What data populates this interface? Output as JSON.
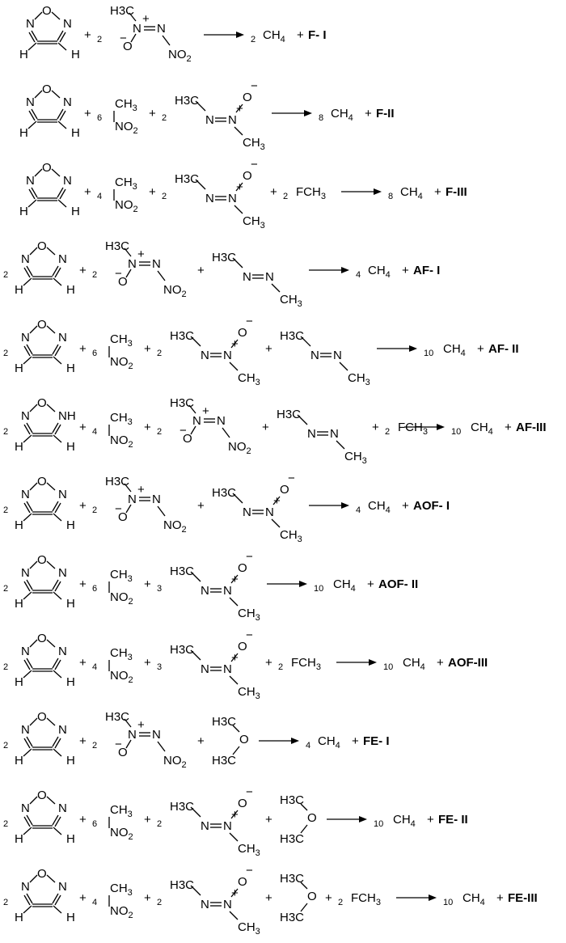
{
  "molecules": {
    "furazan": [
      "O",
      "N",
      "N",
      "H",
      "H"
    ],
    "furazan_nh": [
      "O",
      "N",
      "NH",
      "H",
      "H"
    ],
    "nitramine": [
      "H3C",
      "N",
      "+",
      "N",
      "O",
      "−",
      "NO2"
    ],
    "nitromethane": [
      "CH3",
      "NO2"
    ],
    "azoxy": [
      "H3C",
      "N",
      "N",
      "+",
      "O",
      "−",
      "CH3"
    ],
    "azo": [
      "H3C",
      "N",
      "N",
      "CH3"
    ],
    "ether": [
      "H3C",
      "O",
      "H3C"
    ],
    "fch3": "FCH3"
  },
  "reactions": [
    {
      "id": "F-I",
      "lhs": [
        {
          "c": "",
          "m": "furazan"
        },
        {
          "c": "2",
          "m": "nitramine"
        }
      ],
      "ch4": "2",
      "label": "F- I"
    },
    {
      "id": "F-II",
      "lhs": [
        {
          "c": "",
          "m": "furazan"
        },
        {
          "c": "6",
          "m": "nitromethane"
        },
        {
          "c": "2",
          "m": "azoxy"
        }
      ],
      "ch4": "8",
      "label": "F-II"
    },
    {
      "id": "F-III",
      "lhs": [
        {
          "c": "",
          "m": "furazan"
        },
        {
          "c": "4",
          "m": "nitromethane"
        },
        {
          "c": "2",
          "m": "azoxy"
        },
        {
          "c": "2",
          "m": "fch3"
        }
      ],
      "ch4": "8",
      "label": "F-III"
    },
    {
      "id": "AF-I",
      "lhs": [
        {
          "c": "2",
          "m": "furazan"
        },
        {
          "c": "2",
          "m": "nitramine"
        },
        {
          "c": "",
          "m": "azo"
        }
      ],
      "ch4": "4",
      "label": "AF- I"
    },
    {
      "id": "AF-II",
      "lhs": [
        {
          "c": "2",
          "m": "furazan"
        },
        {
          "c": "6",
          "m": "nitromethane"
        },
        {
          "c": "2",
          "m": "azoxy"
        },
        {
          "c": "",
          "m": "azo"
        }
      ],
      "ch4": "10",
      "label": "AF- II"
    },
    {
      "id": "AF-III",
      "lhs": [
        {
          "c": "2",
          "m": "furazan_nh"
        },
        {
          "c": "4",
          "m": "nitromethane"
        },
        {
          "c": "2",
          "m": "nitramine"
        },
        {
          "c": "",
          "m": "azo"
        },
        {
          "c": "2",
          "m": "fch3"
        }
      ],
      "ch4": "10",
      "label": "AF-III"
    },
    {
      "id": "AOF-I",
      "lhs": [
        {
          "c": "2",
          "m": "furazan"
        },
        {
          "c": "2",
          "m": "nitramine"
        },
        {
          "c": "",
          "m": "azoxy"
        }
      ],
      "ch4": "4",
      "label": "AOF- I"
    },
    {
      "id": "AOF-II",
      "lhs": [
        {
          "c": "2",
          "m": "furazan"
        },
        {
          "c": "6",
          "m": "nitromethane"
        },
        {
          "c": "3",
          "m": "azoxy"
        }
      ],
      "ch4": "10",
      "label": "AOF- II"
    },
    {
      "id": "AOF-III",
      "lhs": [
        {
          "c": "2",
          "m": "furazan"
        },
        {
          "c": "4",
          "m": "nitromethane"
        },
        {
          "c": "3",
          "m": "azoxy"
        },
        {
          "c": "2",
          "m": "fch3"
        }
      ],
      "ch4": "10",
      "label": "AOF-III"
    },
    {
      "id": "FE-I",
      "lhs": [
        {
          "c": "2",
          "m": "furazan"
        },
        {
          "c": "2",
          "m": "nitramine"
        },
        {
          "c": "",
          "m": "ether"
        }
      ],
      "ch4": "4",
      "label": "FE- I"
    },
    {
      "id": "FE-II",
      "lhs": [
        {
          "c": "2",
          "m": "furazan"
        },
        {
          "c": "6",
          "m": "nitromethane"
        },
        {
          "c": "2",
          "m": "azoxy"
        },
        {
          "c": "",
          "m": "ether"
        }
      ],
      "ch4": "10",
      "label": "FE- II"
    },
    {
      "id": "FE-III",
      "lhs": [
        {
          "c": "2",
          "m": "furazan"
        },
        {
          "c": "4",
          "m": "nitromethane"
        },
        {
          "c": "2",
          "m": "azoxy"
        },
        {
          "c": "",
          "m": "ether"
        },
        {
          "c": "2",
          "m": "fch3"
        }
      ],
      "ch4": "10",
      "label": "FE-III"
    }
  ],
  "product": "CH4",
  "plus": "+"
}
